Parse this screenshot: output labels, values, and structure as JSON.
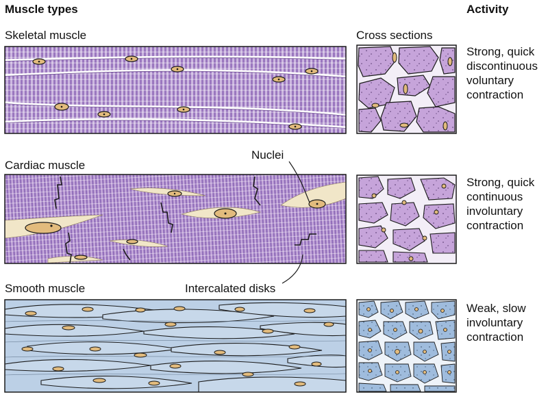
{
  "headers": {
    "muscle_types": "Muscle types",
    "activity": "Activity"
  },
  "labels": {
    "skeletal": "Skeletal muscle",
    "cardiac": "Cardiac muscle",
    "smooth": "Smooth muscle",
    "cross_sections": "Cross sections",
    "nuclei": "Nuclei",
    "intercalated_disks": "Intercalated disks"
  },
  "activity": {
    "skeletal": [
      "Strong, quick",
      "discontinuous",
      "voluntary",
      "contraction"
    ],
    "cardiac": [
      "Strong, quick",
      "continuous",
      "involuntary",
      "contraction"
    ],
    "smooth": [
      "Weak, slow",
      "involuntary",
      "contraction"
    ]
  },
  "colors": {
    "skeletal_fill": "#c8b2dc",
    "skeletal_stripe": "#8f6bb5",
    "cardiac_fill": "#c2a5d8",
    "smooth_fill": "#bcd0e6",
    "nucleus_fill": "#e2bb7d",
    "outline": "#1a1a1a"
  }
}
